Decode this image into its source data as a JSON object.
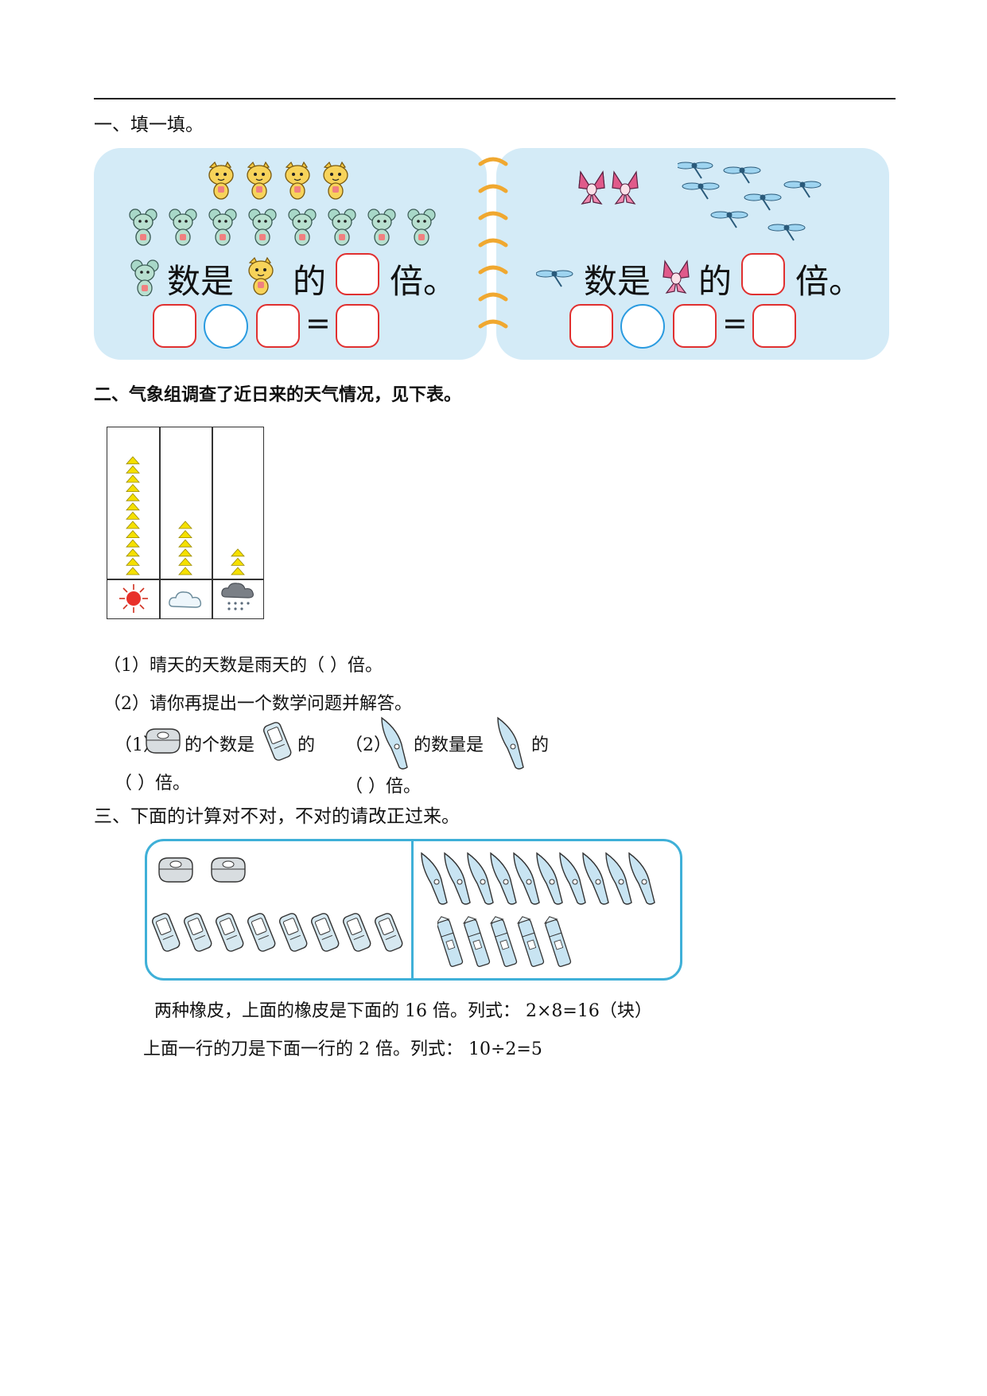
{
  "sections": {
    "one": {
      "title": "一、填一填。"
    },
    "two": {
      "title": "二、气象组调查了近日来的天气情况，见下表。"
    },
    "three": {
      "title": "三、下面的计算对不对，不对的请改正过来。"
    }
  },
  "fill": {
    "left": {
      "text_is": "数是",
      "text_de": "的",
      "text_bei": "倍。",
      "equals": "="
    },
    "right": {
      "text_is": "数是",
      "text_de": "的",
      "text_bei": "倍。",
      "equals": "="
    }
  },
  "weather": {
    "tally": {
      "sunny": 13,
      "cloudy": 6,
      "rainy": 3
    },
    "q1": "（1）晴天的天数是雨天的（  ）倍。",
    "q2": "（2）请你再提出一个数学问题并解答。"
  },
  "eraser_knife": {
    "q1_prefix": "（1）",
    "q1_mid": "的个数是",
    "q1_end": "的",
    "q1_line2": "（      ）倍。",
    "q2_prefix": "（2）",
    "q2_mid": "的数量是",
    "q2_end": "的",
    "q2_line2": "（      ）倍。"
  },
  "calc": {
    "line1": "两种橡皮，上面的橡皮是下面的 16 倍。列式：    2×8=16（块）",
    "line2": "上面一行的刀是下面一行的 2 倍。列式：     10÷2=5"
  },
  "colors": {
    "panel": "#d4ebf7",
    "box": "#e03030",
    "circle": "#2a9be0",
    "ring": "#f0a830",
    "triangle": "#f5e000"
  }
}
